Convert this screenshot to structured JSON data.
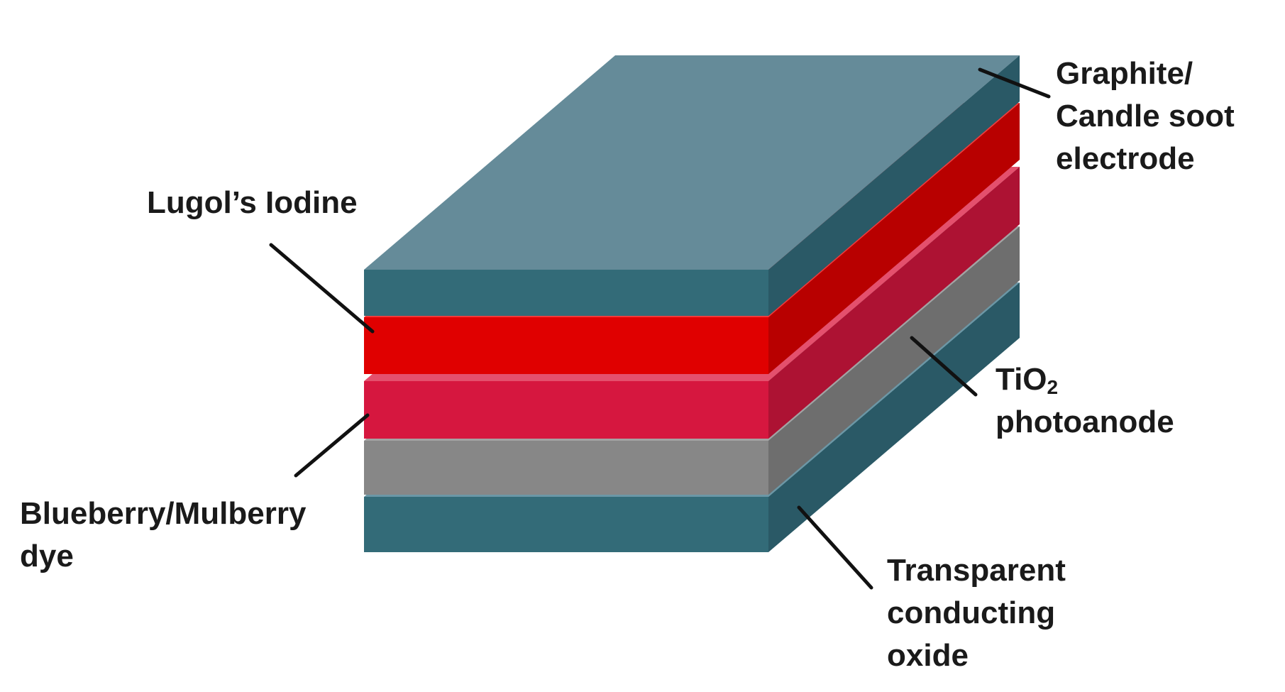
{
  "labels": {
    "electrode": {
      "lines": [
        "Graphite/",
        "Candle soot",
        "electrode"
      ]
    },
    "iodine": {
      "lines": [
        "Lugol’s Iodine"
      ]
    },
    "dye": {
      "lines": [
        "Blueberry/Mulberry",
        "dye"
      ]
    },
    "tio2": {
      "prefix": "TiO",
      "subscript": "2",
      "second_line": "photoanode"
    },
    "tco": {
      "lines": [
        "Transparent",
        "conducting",
        "oxide"
      ]
    }
  },
  "colors": {
    "background": "#ffffff",
    "graphite_front": "#336b78",
    "graphite_top": "#658b99",
    "graphite_side": "#2a5966",
    "iodine_front": "#e00000",
    "iodine_top": "#f23a3a",
    "iodine_side": "#b80000",
    "dye_front": "#d6173f",
    "dye_top": "#e4506d",
    "dye_side": "#ad1233",
    "tio2_front": "#878787",
    "tio2_top": "#a3a3a3",
    "tio2_side": "#6e6e6e",
    "tco_front": "#336b78",
    "tco_top": "#6b97a6",
    "tco_side": "#2a5966",
    "text": "#1a1a1a",
    "leader": "#111111"
  },
  "layer_order": [
    "tco",
    "tio2",
    "dye",
    "iodine",
    "graphite"
  ]
}
